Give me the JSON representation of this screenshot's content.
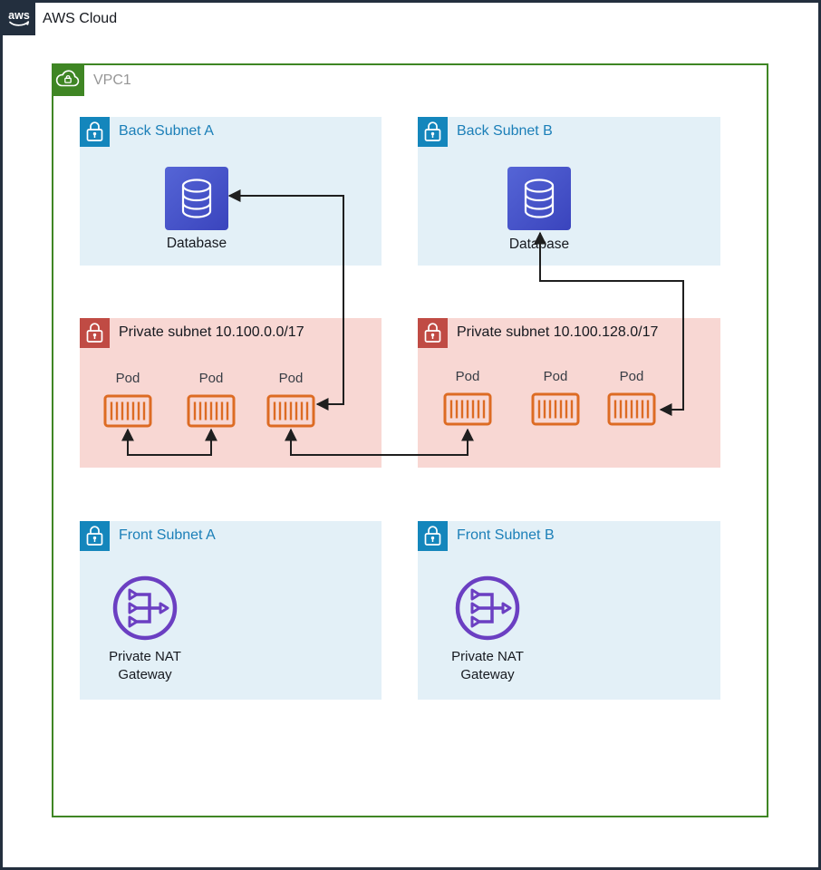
{
  "header": {
    "logo_text": "aws",
    "title": "AWS Cloud"
  },
  "vpc": {
    "label": "VPC1"
  },
  "subnets": [
    {
      "name": "back-subnet-a",
      "label": "Back Subnet A",
      "node": "Database"
    },
    {
      "name": "back-subnet-b",
      "label": "Back Subnet B",
      "node": "Database"
    },
    {
      "name": "private-subnet-a",
      "label": "Private subnet 10.100.0.0/17",
      "pods": [
        "Pod",
        "Pod",
        "Pod"
      ]
    },
    {
      "name": "private-subnet-b",
      "label": "Private subnet 10.100.128.0/17",
      "pods": [
        "Pod",
        "Pod",
        "Pod"
      ]
    },
    {
      "name": "front-subnet-a",
      "label": "Front Subnet A",
      "node_lines": [
        "Private NAT",
        "Gateway"
      ]
    },
    {
      "name": "front-subnet-b",
      "label": "Front Subnet B",
      "node_lines": [
        "Private NAT",
        "Gateway"
      ]
    }
  ],
  "connections": [
    {
      "from": "private-subnet-a pod 3",
      "to": "back-subnet-a database",
      "arrowheads": "both"
    },
    {
      "from": "private-subnet-b pod 3",
      "to": "back-subnet-b database",
      "arrowheads": "both"
    },
    {
      "from": "private-subnet-a pod 1",
      "to": "private-subnet-a pod 2",
      "arrowheads": "both"
    },
    {
      "from": "private-subnet-a pod 3",
      "to": "private-subnet-b pod 1",
      "arrowheads": "both"
    }
  ],
  "colors": {
    "frame_dark": "#232f3e",
    "vpc_green": "#3f8624",
    "vpc_label_gray": "#969696",
    "subnet_blue_bg": "#e3f0f7",
    "subnet_blue_accent": "#1486bc",
    "subnet_blue_text": "#1b7fb8",
    "subnet_pink_bg": "#f8d7d3",
    "subnet_red_accent": "#c04b44",
    "pod_orange": "#dd6b23",
    "database_blue": "#4150c8",
    "nat_purple": "#6b3fc2",
    "arrow_black": "#1f1f1f",
    "text_dark": "#16191f"
  }
}
